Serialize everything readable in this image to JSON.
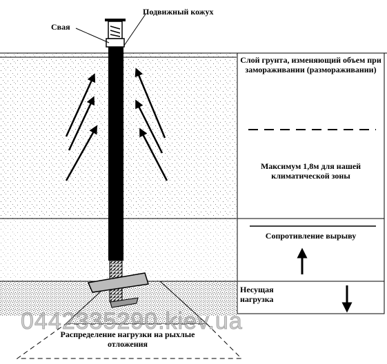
{
  "labels": {
    "pile": "Свая",
    "casing": "Подвижный кожух",
    "heave_layer": "Слой грунта, изменяющий объем при замораживании (размораживании)",
    "max_depth": "Максимум 1,8м для нашей климатической зоны",
    "pullout": "Сопротивление вырыву",
    "bearing": "Несущая нагрузка",
    "distribution": "Распределение нагрузки на рыхлые отложения"
  },
  "watermark": "0442335290.kiev.ua",
  "colors": {
    "ink": "#000000",
    "paper": "#ffffff",
    "watermark": "#aaaaaa"
  }
}
